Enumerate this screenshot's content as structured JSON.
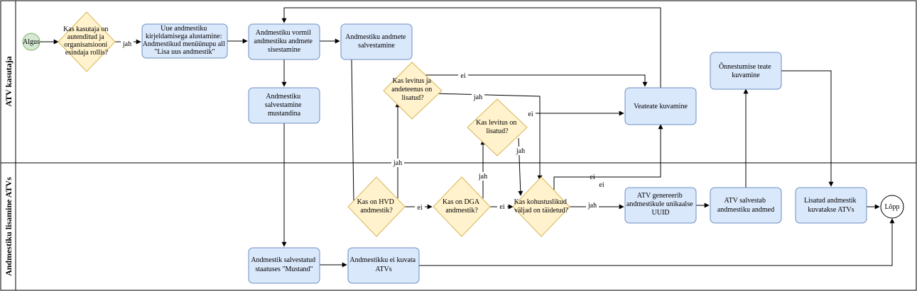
{
  "lanes": [
    {
      "id": "lane-atv-kasutaja",
      "title": "ATV kasutaja"
    },
    {
      "id": "lane-andmestiku-lisamine",
      "title": "Andmestiku lisamine ATVs"
    }
  ],
  "nodes": {
    "start": "Algus",
    "auth_check": [
      "Kas kasutaja on",
      "autenditud ja",
      "organisatsiooni",
      "esindaja rollis?"
    ],
    "start_describe": [
      "Uue andmestiku",
      "kirjeldamisega alustamine:",
      "Andmestikud menüünupu all",
      "\"Lisa uus andmestik\""
    ],
    "enter_data": [
      "Andmestiku vormil",
      "andmestiku andmete",
      "sisestamine"
    ],
    "save_data": [
      "Andmestiku andmete",
      "salvestamine"
    ],
    "save_draft": [
      "Andmestiku",
      "salvestamine",
      "mustandina"
    ],
    "license_check": [
      "Kas levitus ja",
      "andeteenus on",
      "lisatud?"
    ],
    "dist_check": [
      "Kas levitus on",
      "lisatud?"
    ],
    "error_show": "Veateate kuvamine",
    "success_show": [
      "Õnnestumise teate",
      "kuvamine"
    ],
    "hvd_check": [
      "Kas on HVD",
      "andmestik?"
    ],
    "dga_check": [
      "Kas on DGA",
      "andmestik?"
    ],
    "required_check": [
      "Kas kohustuslikud",
      "väljad on täidetud?"
    ],
    "gen_uuid": [
      "ATV genereerib",
      "andmestikule unikaalse",
      "UUID"
    ],
    "atv_saves": [
      "ATV salvestab",
      "andmestiku andmed"
    ],
    "shown_atv": [
      "Lisatud andmestik",
      "kuvatakse ATVs"
    ],
    "end": "Lõpp",
    "draft_status": [
      "Andmestik salvestatud",
      "staatuses \"Mustand\""
    ],
    "not_shown": [
      "Andmestikku ei kuvata",
      "ATVs"
    ]
  },
  "edges": {
    "auth_yes": "jah",
    "license_no": "ei",
    "license_yes": "jah",
    "dist_no": "ei",
    "dist_yes": "jah",
    "hvd_yes": "jah",
    "hvd_no": "ei",
    "dga_yes": "jah",
    "dga_no": "ei",
    "req_no_1": "ei",
    "req_no_2": "ei",
    "req_yes": "jah"
  },
  "colors": {
    "process_fill": "#dae8fc",
    "process_stroke": "#6c8ebf",
    "decision_fill": "#fff2cc",
    "decision_stroke": "#d6b656",
    "start_fill": "#d5e8d4",
    "start_stroke": "#82b366",
    "line": "#000000"
  }
}
